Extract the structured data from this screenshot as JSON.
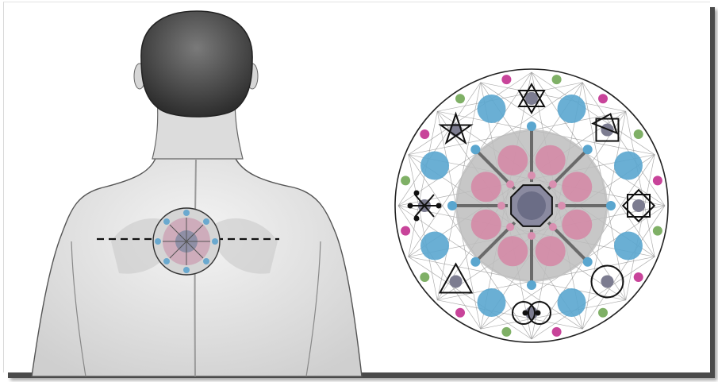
{
  "illustration": {
    "subject": "back-view-human-figure",
    "placement_line": "dashed-horizontal-line"
  },
  "mandala": {
    "rings": 3,
    "sectors": 8,
    "gem_colors": {
      "pink": "#d48aa6",
      "blue": "#5aa6cf",
      "green": "#7fb066",
      "magenta": "#c8449a",
      "center": "#6b6d86",
      "inner_disk": "#bdbdbd",
      "lines": "#9a9a9a",
      "spokes": "#6a6a6a",
      "outline": "#222222"
    },
    "symbols": [
      "star-of-david-icon",
      "square-with-triangle-icon",
      "star-of-octagram-icon",
      "circle-dot-icon",
      "infinity-circles-icon",
      "triangle-icon",
      "cross-dots-icon",
      "pentagram-icon"
    ]
  }
}
